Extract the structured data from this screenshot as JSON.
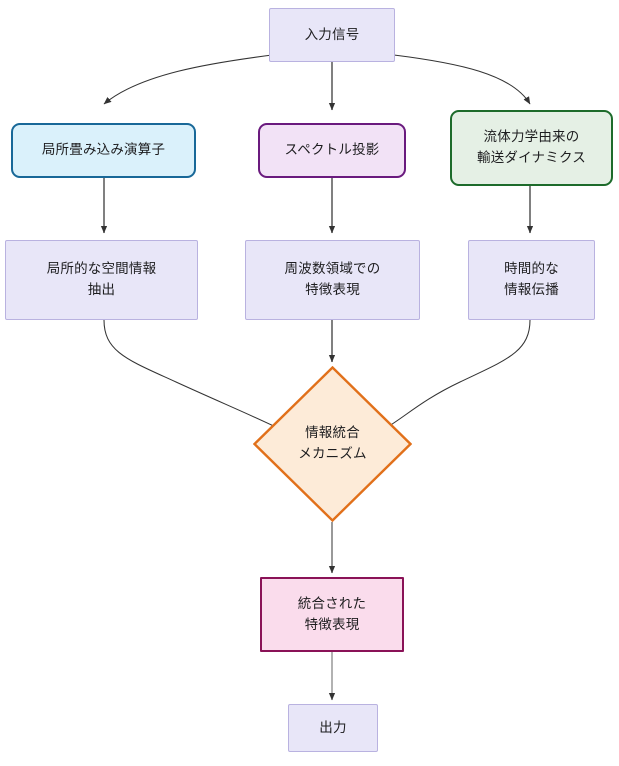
{
  "diagram": {
    "type": "flowchart",
    "direction": "top-to-bottom",
    "background_color": "#ffffff",
    "nodes": {
      "input": {
        "label": "入力信号",
        "shape": "rectangle",
        "fill": "#e8e6f8",
        "stroke": "#b9b2e0"
      },
      "local_conv": {
        "label": "局所畳み込み演算子",
        "shape": "rounded-rectangle",
        "fill": "#daf1fb",
        "stroke": "#186898"
      },
      "spectral": {
        "label": "スペクトル投影",
        "shape": "rounded-rectangle",
        "fill": "#f2e2f6",
        "stroke": "#6a1a7e"
      },
      "fluid": {
        "label": "流体力学由来の\n輸送ダイナミクス",
        "shape": "rounded-rectangle",
        "fill": "#e5f0e5",
        "stroke": "#1d6b2b"
      },
      "spatial_out": {
        "label": "局所的な空間情報\n抽出",
        "shape": "rectangle",
        "fill": "#e8e6f8",
        "stroke": "#b9b2e0"
      },
      "frequency_out": {
        "label": "周波数領域での\n特徴表現",
        "shape": "rectangle",
        "fill": "#e8e6f8",
        "stroke": "#b9b2e0"
      },
      "temporal_out": {
        "label": "時間的な\n情報伝播",
        "shape": "rectangle",
        "fill": "#e8e6f8",
        "stroke": "#b9b2e0"
      },
      "fusion": {
        "label": "情報統合\nメカニズム",
        "shape": "diamond",
        "fill": "#fdebd8",
        "stroke": "#e1701a"
      },
      "fused_features": {
        "label": "統合された\n特徴表現",
        "shape": "rectangle",
        "fill": "#fadcec",
        "stroke": "#8a1257"
      },
      "output": {
        "label": "出力",
        "shape": "rectangle",
        "fill": "#e8e6f8",
        "stroke": "#b9b2e0"
      }
    },
    "edges": [
      {
        "from": "input",
        "to": "local_conv",
        "style": "curved",
        "arrow": true
      },
      {
        "from": "input",
        "to": "spectral",
        "style": "straight",
        "arrow": true
      },
      {
        "from": "input",
        "to": "fluid",
        "style": "curved",
        "arrow": true
      },
      {
        "from": "local_conv",
        "to": "spatial_out",
        "style": "straight",
        "arrow": true
      },
      {
        "from": "spectral",
        "to": "frequency_out",
        "style": "straight",
        "arrow": true
      },
      {
        "from": "fluid",
        "to": "temporal_out",
        "style": "straight",
        "arrow": true
      },
      {
        "from": "spatial_out",
        "to": "fusion",
        "style": "curved",
        "arrow": true
      },
      {
        "from": "frequency_out",
        "to": "fusion",
        "style": "straight",
        "arrow": true
      },
      {
        "from": "temporal_out",
        "to": "fusion",
        "style": "curved",
        "arrow": true
      },
      {
        "from": "fusion",
        "to": "fused_features",
        "style": "straight",
        "arrow": true
      },
      {
        "from": "fused_features",
        "to": "output",
        "style": "straight",
        "arrow": true
      }
    ],
    "edge_color": "#333333"
  }
}
